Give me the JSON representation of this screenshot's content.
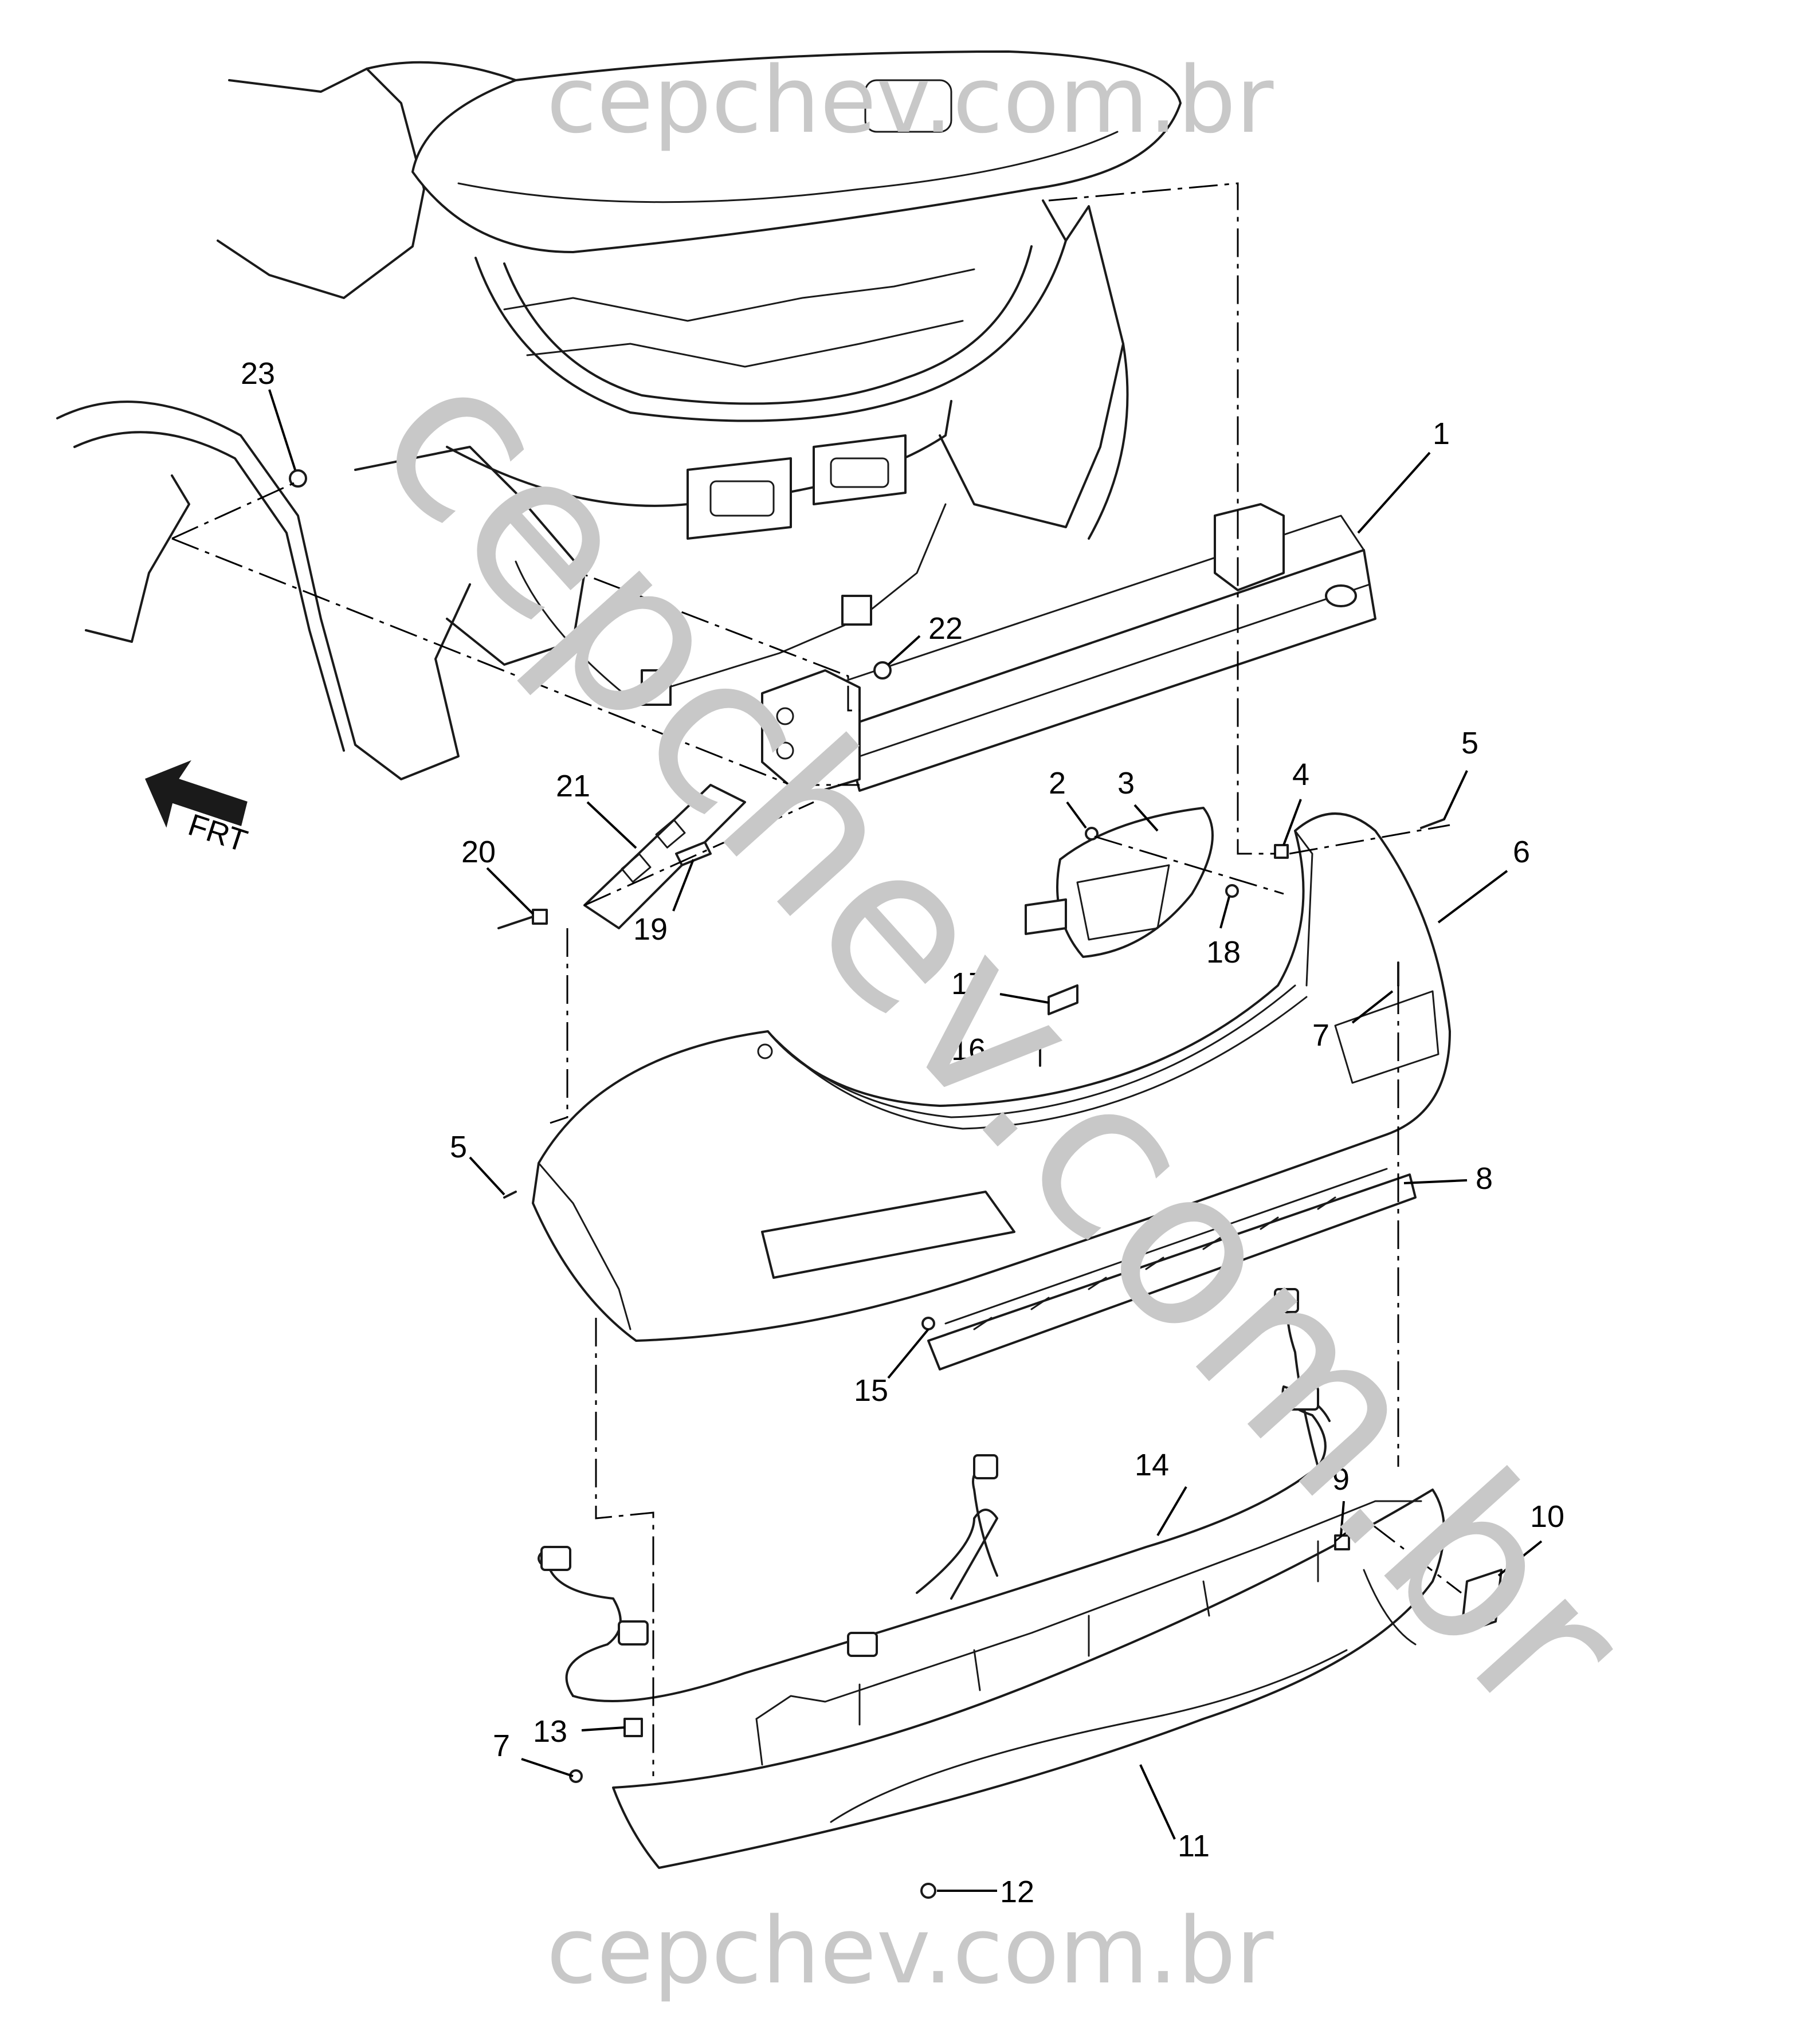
{
  "watermark": {
    "top": "cepchev.com.br",
    "diagonal": "cepchev.com.br",
    "bottom": "cepchev.com.br"
  },
  "direction_indicator": {
    "label": "FRT"
  },
  "callouts": [
    "1",
    "2",
    "3",
    "4",
    "5",
    "6",
    "7",
    "8",
    "9",
    "10",
    "11",
    "12",
    "13",
    "14",
    "15",
    "16",
    "17",
    "18",
    "19",
    "20",
    "21",
    "22",
    "23"
  ],
  "second_callouts": {
    "five": "5",
    "seven": "7"
  }
}
